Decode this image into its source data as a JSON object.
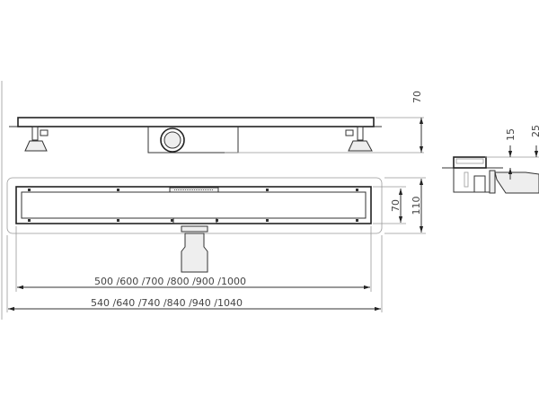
{
  "dimensions": {
    "height_total": "70",
    "inner_width": "70",
    "outer_width": "110",
    "lengths_inner": "500 /600 /700 /800 /900 /1000",
    "lengths_outer": "540 /640 /740 /840 /940 /1040",
    "section_height_a": "15",
    "section_height_b": "25"
  }
}
